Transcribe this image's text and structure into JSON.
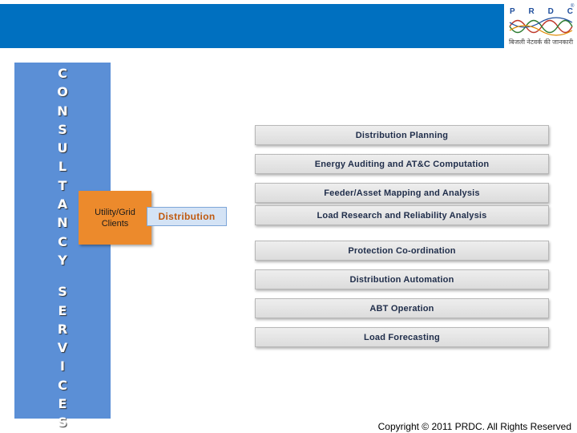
{
  "header": {
    "logo": {
      "letters": [
        "P",
        "R",
        "D",
        "C"
      ],
      "registered": "®",
      "tagline": "बिजली नेटवर्क की जानकारी",
      "icon": "prdc-wave-logo-icon"
    }
  },
  "sidebar": {
    "letters_top": [
      "C",
      "O",
      "N",
      "S",
      "U",
      "L",
      "T",
      "A",
      "N",
      "C",
      "Y"
    ],
    "letters_bottom": [
      "S",
      "E",
      "R",
      "V",
      "I",
      "C",
      "E",
      "S"
    ]
  },
  "client_box": {
    "label": "Utility/Grid\nClients"
  },
  "distribution_box": {
    "label": "Distribution"
  },
  "services": [
    "Distribution Planning",
    "Energy Auditing and AT&C Computation",
    "Feeder/Asset Mapping and Analysis",
    "Load Research and Reliability Analysis",
    "Protection Co-ordination",
    "Distribution Automation",
    "ABT Operation",
    "Load Forecasting"
  ],
  "footer": {
    "copyright": "Copyright © 2011 PRDC. All Rights Reserved"
  },
  "colors": {
    "header_bar": "#0070c0",
    "sidebar": "#5b8fd6",
    "client_box": "#ec8a2c",
    "distribution_text": "#c05a10"
  }
}
